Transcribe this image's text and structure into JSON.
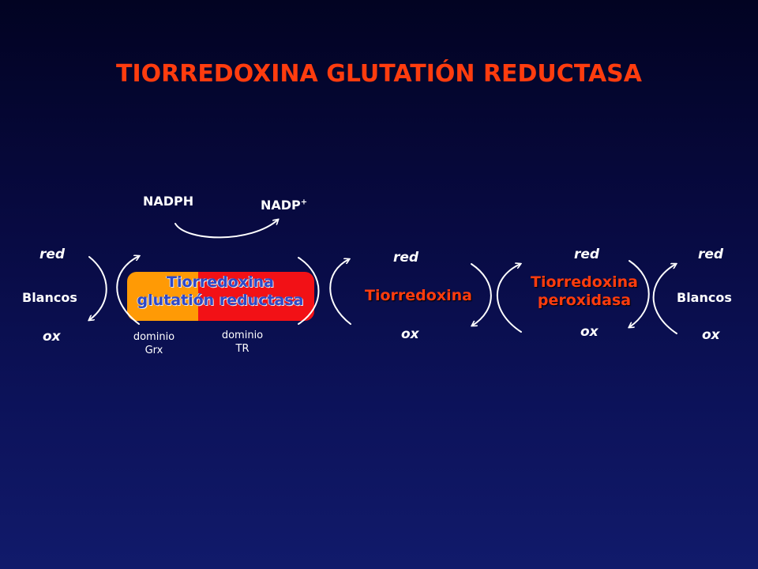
{
  "title": "TIORREDOXINA GLUTATIÓN REDUCTASA",
  "cofactor": {
    "nadph": "NADPH",
    "nadp": "NADP",
    "nadp_sup": "+"
  },
  "left_targets": {
    "red": "red",
    "name": "Blancos",
    "ox": "ox"
  },
  "enzyme": {
    "line1": "Tiorredoxina",
    "line2": "glutatión reductasa",
    "grx_domain": [
      "dominio",
      "Grx"
    ],
    "tr_domain": [
      "dominio",
      "TR"
    ]
  },
  "thioredoxin": {
    "red": "red",
    "name": "Tiorredoxina",
    "ox": "ox"
  },
  "peroxidase": {
    "red": "red",
    "line1": "Tiorredoxina",
    "line2": "peroxidasa",
    "ox": "ox"
  },
  "right_targets": {
    "red": "red",
    "name": "Blancos",
    "ox": "ox"
  },
  "colors": {
    "title": "#ff3c0e",
    "grx_domain": "#ff9a05",
    "tr_domain": "#f21116",
    "enzyme_text": "#2f49c8"
  }
}
